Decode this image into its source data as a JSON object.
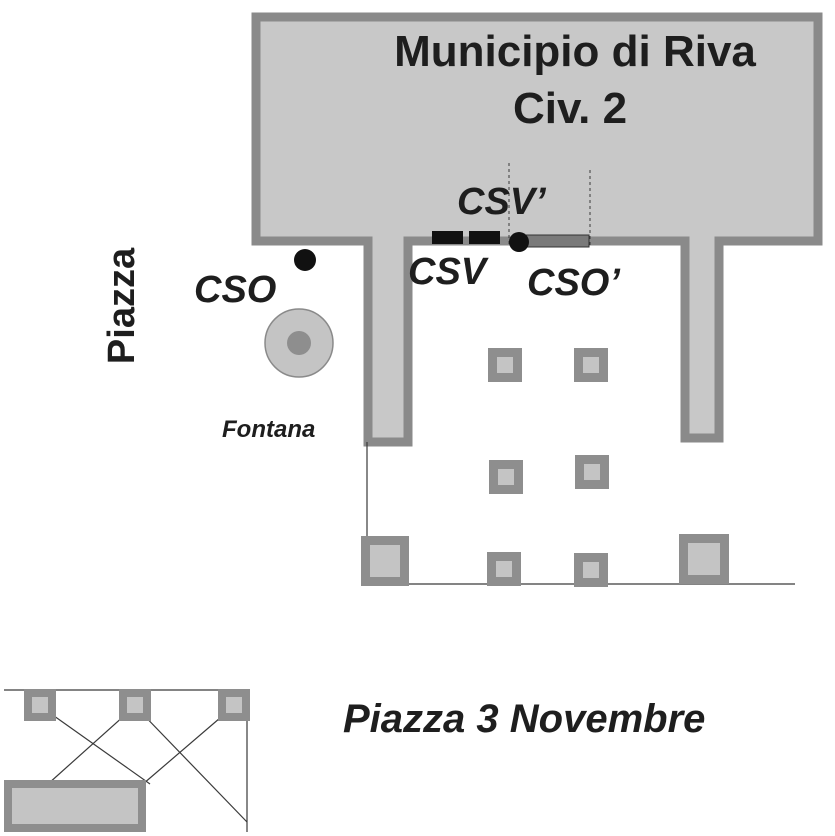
{
  "labels": {
    "building_name": "Municipio di Riva",
    "building_number": "Civ. 2",
    "csv_prime": "CSV’",
    "csv": "CSV",
    "cso": "CSO",
    "cso_prime": "CSO’",
    "fountain": "Fontana",
    "side_square": "Piazza",
    "square_name": "Piazza 3 Novembre"
  },
  "colors": {
    "building_fill": "#c8c8c8",
    "building_border": "#8a8a8a",
    "marker_black": "#111111",
    "text": "#1e1e1e"
  }
}
